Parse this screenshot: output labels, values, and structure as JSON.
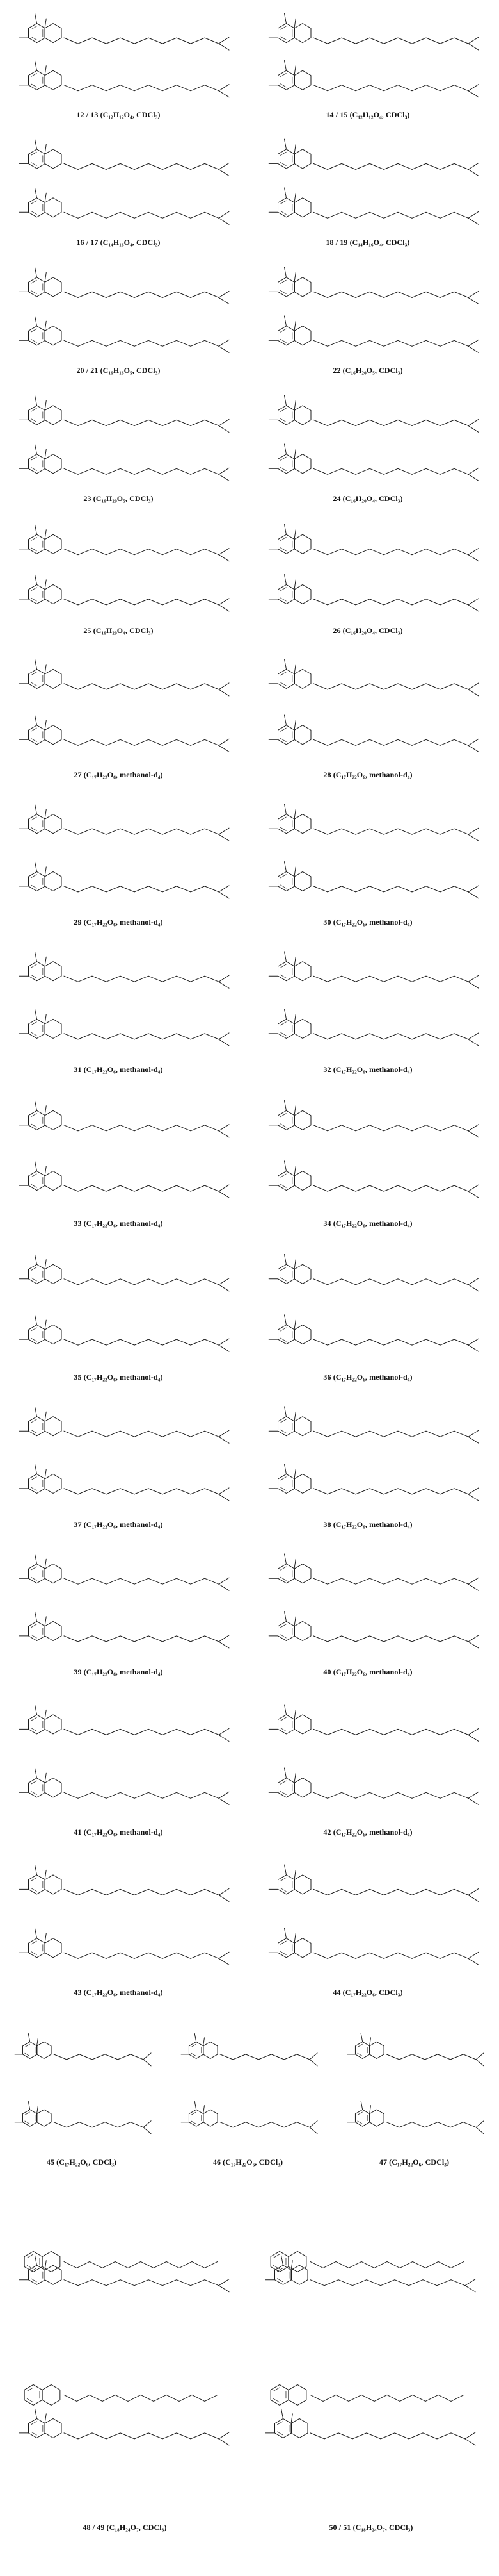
{
  "figure": {
    "background_color": "#ffffff",
    "line_color": "#1c1c1c",
    "panels": [
      {
        "label": "12 / 13 (C₁₂H₁₂O₄, CDCl₃)"
      },
      {
        "label": "14 / 15 (C₁₂H₁₂O₄, CDCl₃)"
      },
      {
        "label": "16 / 17 (C₁₄H₁₆O₄, CDCl₃)"
      },
      {
        "label": "18 / 19 (C₁₄H₁₆O₄, CDCl₃)"
      },
      {
        "label": "20 / 21 (C₁₆H₁₆O₅, CDCl₃)"
      },
      {
        "label": "22 (C₁₆H₂₀O₅, CDCl₃)"
      },
      {
        "label": "23 (C₁₆H₂₀O₅, CDCl₃)"
      },
      {
        "label": "24 (C₁₆H₂₀O₄, CDCl₃)"
      },
      {
        "label": "25 (C₁₆H₂₀O₄, CDCl₃)"
      },
      {
        "label": "26 (C₁₆H₂₀O₄, CDCl₃)"
      },
      {
        "label": "27 (C₁₇H₂₂O₆, methanol-d₄)"
      },
      {
        "label": "28 (C₁₇H₂₂O₆, methanol-d₄)"
      },
      {
        "label": "29 (C₁₇H₂₂O₆, methanol-d₄)"
      },
      {
        "label": "30 (C₁₇H₂₂O₆, methanol-d₄)"
      },
      {
        "label": "31 (C₁₇H₂₂O₆, methanol-d₄)"
      },
      {
        "label": "32 (C₁₇H₂₂O₆, methanol-d₄)"
      },
      {
        "label": "33 (C₁₇H₂₂O₆, methanol-d₄)"
      },
      {
        "label": "34 (C₁₇H₂₂O₆, methanol-d₄)"
      },
      {
        "label": "35 (C₁₇H₂₂O₆, methanol-d₄)"
      },
      {
        "label": "36 (C₁₇H₂₂O₆, methanol-d₄)"
      },
      {
        "label": "37 (C₁₇H₂₂O₆, methanol-d₄)"
      },
      {
        "label": "38 (C₁₇H₂₂O₆, methanol-d₄)"
      },
      {
        "label": "39 (C₁₇H₂₂O₆, methanol-d₄)"
      },
      {
        "label": "40 (C₁₇H₂₂O₆, methanol-d₄)"
      },
      {
        "label": "41 (C₁₇H₂₂O₆, methanol-d₄)"
      },
      {
        "label": "42 (C₁₇H₂₂O₆, methanol-d₄)"
      },
      {
        "label": "43 (C₁₇H₂₂O₆, methanol-d₄)"
      },
      {
        "label": "44 (C₁₇H₂₂O₆, CDCl₃)"
      },
      {
        "label": "45 (C₁₇H₂₂O₆, CDCl₃)"
      },
      {
        "label": "46 (C₁₇H₂₂O₆, CDCl₃)"
      },
      {
        "label": "47 (C₁₇H₂₂O₆, CDCl₃)"
      },
      {
        "label": "48 / 49 (C₁₈H₂₄O₇, CDCl₃)"
      },
      {
        "label": "50 / 51 (C₁₈H₂₄O₇, CDCl₃)"
      }
    ]
  }
}
